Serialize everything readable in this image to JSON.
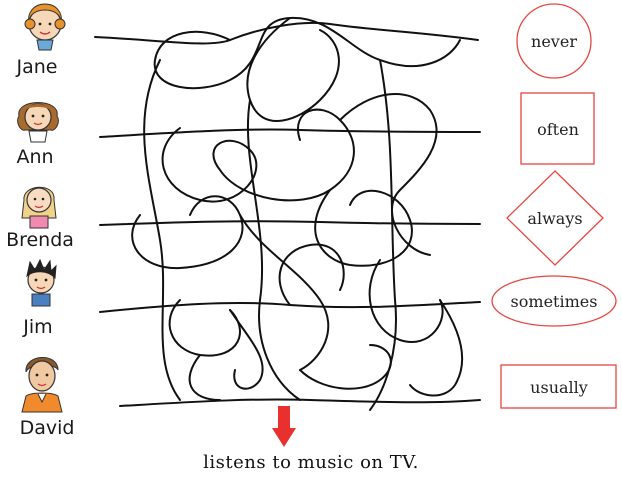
{
  "people": [
    {
      "name": "Jane"
    },
    {
      "name": "Ann"
    },
    {
      "name": "Brenda"
    },
    {
      "name": "Jim"
    },
    {
      "name": "David"
    }
  ],
  "frequency_words": [
    {
      "label": "never",
      "shape": "circle"
    },
    {
      "label": "often",
      "shape": "square"
    },
    {
      "label": "always",
      "shape": "diamond"
    },
    {
      "label": "sometimes",
      "shape": "ellipse"
    },
    {
      "label": "usually",
      "shape": "rectangle"
    }
  ],
  "caption": "listens to music on TV.",
  "colors": {
    "shape_outline": "#e8443f",
    "arrow": "#e8302e",
    "lines": "#111111"
  }
}
